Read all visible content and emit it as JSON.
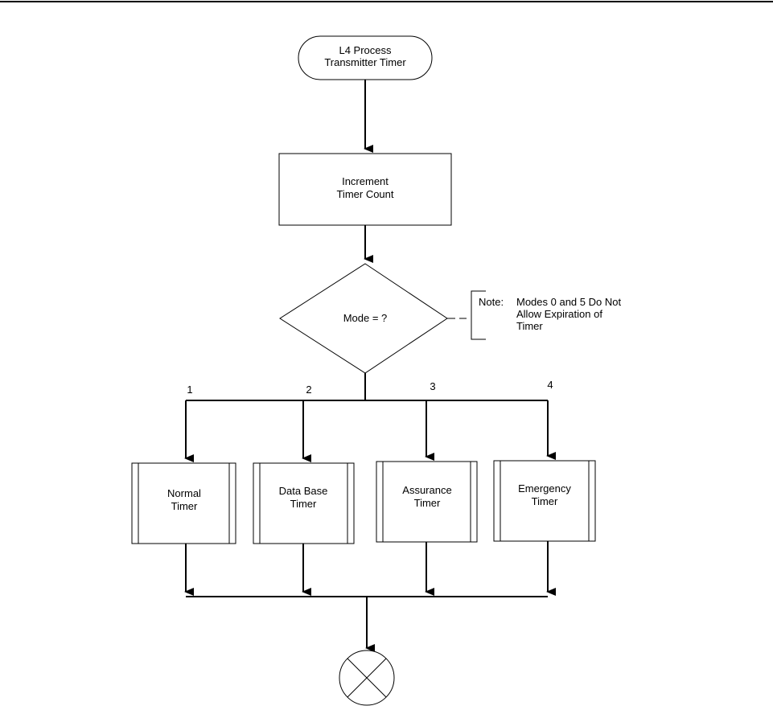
{
  "flowchart": {
    "start": {
      "line1": "L4 Process",
      "line2": "Transmitter Timer"
    },
    "increment": {
      "line1": "Increment",
      "line2": "Timer Count"
    },
    "decision": {
      "label": "Mode = ?"
    },
    "note": {
      "prefix": "Note:",
      "line1": "Modes 0 and 5 Do Not",
      "line2": "Allow Expiration of",
      "line3": "Timer"
    },
    "branches": [
      {
        "number": "1",
        "line1": "Normal",
        "line2": "Timer"
      },
      {
        "number": "2",
        "line1": "Data Base",
        "line2": "Timer"
      },
      {
        "number": "3",
        "line1": "Assurance",
        "line2": "Timer"
      },
      {
        "number": "4",
        "line1": "Emergency",
        "line2": "Timer"
      }
    ],
    "end": {
      "symbol": "connector-x"
    }
  }
}
